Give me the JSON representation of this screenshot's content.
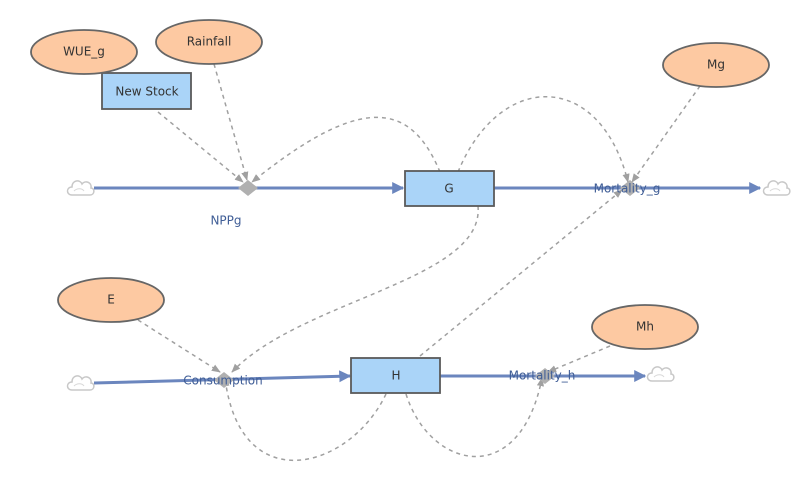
{
  "colors": {
    "flow": "#6b86be",
    "link": "#a0a0a0",
    "auxiliary_fill": "#fdc9a2",
    "stock_fill": "#aad4f8",
    "flow_label": "#3f5d96"
  },
  "stocks": {
    "g": "G",
    "h": "H",
    "new_stock": "New Stock"
  },
  "auxiliaries": {
    "wue_g": "WUE_g",
    "rainfall": "Rainfall",
    "mg": "Mg",
    "e": "E",
    "mh": "Mh"
  },
  "flows": {
    "nppg": "NPPg",
    "mortality_g": "Mortality_g",
    "consumption": "Consumption",
    "mortality_h": "Mortality_h"
  },
  "icons": {
    "source_sink": "cloud-icon",
    "valve": "valve-icon"
  }
}
